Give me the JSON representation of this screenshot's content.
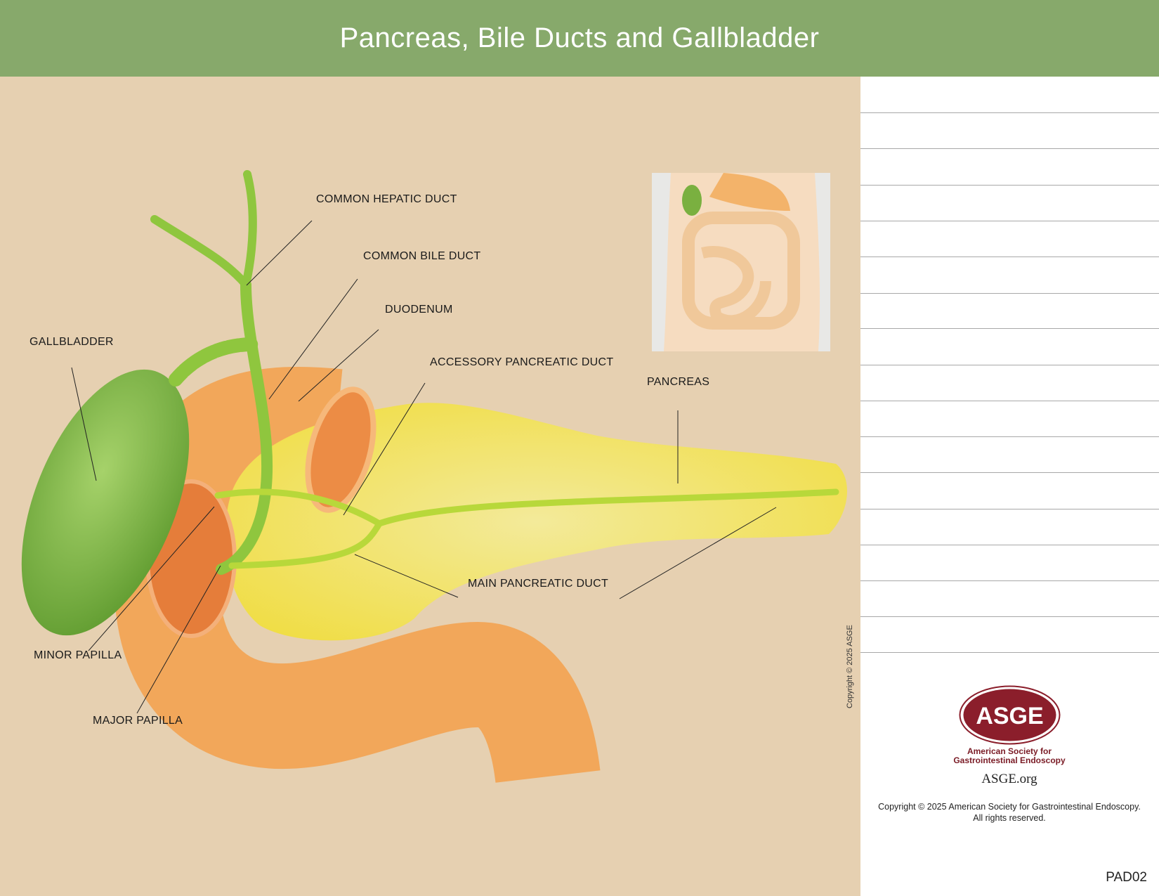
{
  "header": {
    "title": "Pancreas, Bile Ducts and Gallbladder"
  },
  "labels": {
    "common_hepatic_duct": "COMMON HEPATIC DUCT",
    "common_bile_duct": "COMMON BILE DUCT",
    "duodenum": "DUODENUM",
    "accessory_pancreatic_duct": "ACCESSORY PANCREATIC DUCT",
    "pancreas": "PANCREAS",
    "gallbladder": "GALLBLADDER",
    "main_pancreatic_duct": "MAIN PANCREATIC DUCT",
    "minor_papilla": "MINOR PAPILLA",
    "major_papilla": "MAJOR PAPILLA"
  },
  "illustration_copyright": "Copyright © 2025 ASGE",
  "footer": {
    "logo_text": "ASGE",
    "org_line1": "American Society for",
    "org_line2": "Gastrointestinal Endoscopy",
    "website": "ASGE.org",
    "copyright_line1": "Copyright © 2025 American Society for Gastrointestinal Endoscopy.",
    "copyright_line2": "All rights reserved.",
    "code": "PAD02"
  },
  "colors": {
    "header": "#87a96b",
    "panel": "#e6d0b1",
    "logo": "#8b1e2b"
  }
}
